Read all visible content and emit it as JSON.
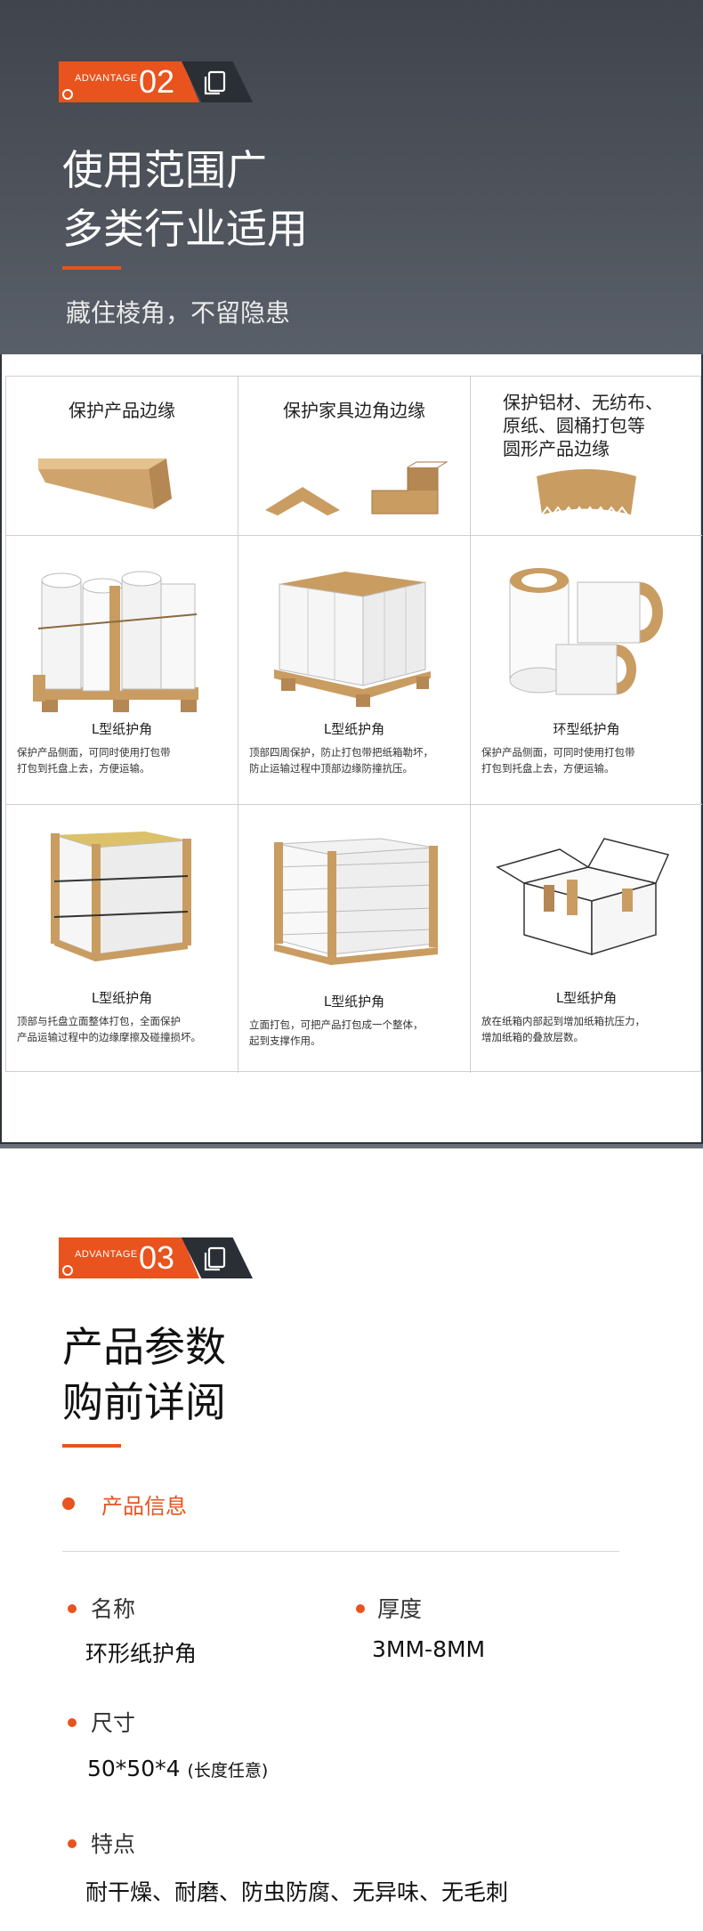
{
  "section2": {
    "badge": {
      "label": "ADVANTAGE",
      "number": "02"
    },
    "title_line1": "使用范围广",
    "title_line2": "多类行业适用",
    "subtitle": "藏住棱角，不留隐患",
    "cells": [
      {
        "label": "保护产品边缘"
      },
      {
        "label": "保护家具边角边缘"
      },
      {
        "label_lines": [
          "保护铝材、无纺布、",
          "原纸、圆桶打包等",
          "圆形产品边缘"
        ]
      },
      {
        "caption": "L型纸护角",
        "desc_lines": [
          "保护产品侧面，可同时使用打包带",
          "打包到托盘上去，方便运输。"
        ]
      },
      {
        "caption": "L型纸护角",
        "desc_lines": [
          "顶部四周保护，防止打包带把纸箱勒坏，",
          "防止运输过程中顶部边缘防撞抗压。"
        ]
      },
      {
        "caption": "环型纸护角",
        "desc_lines": [
          "保护产品侧面，可同时使用打包带",
          "打包到托盘上去，方便运输。"
        ]
      },
      {
        "caption": "L型纸护角",
        "desc_lines": [
          "顶部与托盘立面整体打包，全面保护",
          "产品运输过程中的边缘摩擦及碰撞损坏。"
        ]
      },
      {
        "caption": "L型纸护角",
        "desc_lines": [
          "立面打包，可把产品打包成一个整体，",
          "起到支撑作用。"
        ]
      },
      {
        "caption": "L型纸护角",
        "desc_lines": [
          "放在纸箱内部起到增加纸箱抗压力，",
          "增加纸箱的叠放层数。"
        ]
      }
    ]
  },
  "section3": {
    "badge": {
      "label": "ADVANTAGE",
      "number": "03"
    },
    "title_line1": "产品参数",
    "title_line2": "购前详阅",
    "info_heading": "产品信息",
    "fields": {
      "name": {
        "key": "名称",
        "value": "环形纸护角"
      },
      "thickness": {
        "key": "厚度",
        "value": "3MM-8MM"
      },
      "size": {
        "key": "尺寸",
        "value": "50*50*4",
        "note": "(长度任意)"
      },
      "features": {
        "key": "特点",
        "value": "耐干燥、耐磨、防虫防腐、无异味、无毛刺"
      }
    }
  },
  "colors": {
    "accent": "#e8531e",
    "kraft": "#c99c61",
    "dark_header": "#3f444d"
  }
}
